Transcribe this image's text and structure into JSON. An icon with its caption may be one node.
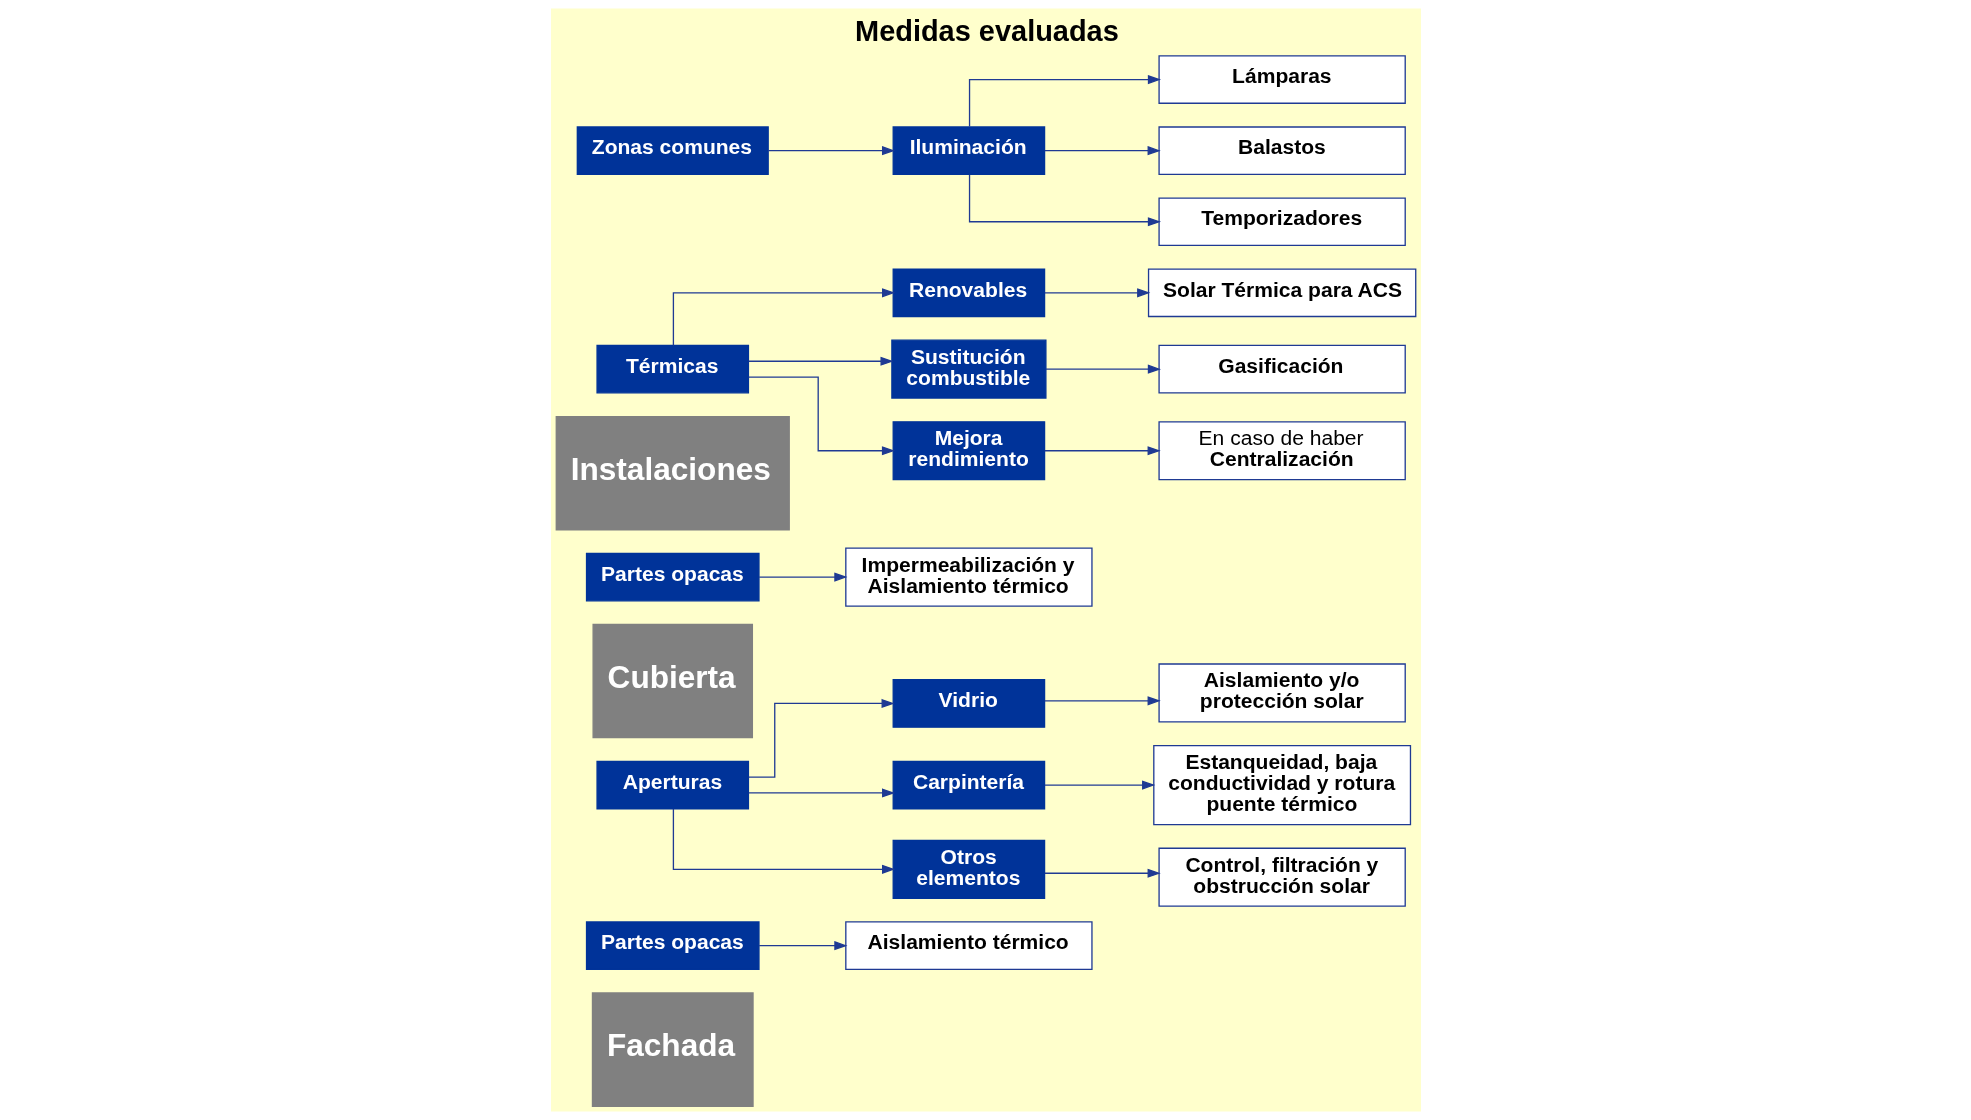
{
  "diagram": {
    "title": "Medidas evaluadas",
    "nodes": [
      {
        "text": [
          "Fachada"
        ]
      },
      {
        "text": [
          "Partes opacas"
        ]
      },
      {
        "text": [
          "Aislamiento térmico"
        ]
      },
      {
        "text": [
          "Aperturas"
        ]
      },
      {
        "text": [
          "Vidrio"
        ]
      },
      {
        "text": [
          "Aislamiento y/o protección solar"
        ]
      },
      {
        "text": [
          "Carpintería"
        ]
      },
      {
        "text": [
          "Estanqueidad, baja conductividad y rotura puente térmico"
        ]
      },
      {
        "text": [
          "Otros elementos"
        ]
      },
      {
        "text": [
          "Control, filtración y obstrucción solar"
        ]
      },
      {
        "text": [
          "Cubierta"
        ]
      },
      {
        "text": [
          "Partes opacas"
        ]
      },
      {
        "text": [
          "Impermeabilización y Aislamiento térmico"
        ]
      },
      {
        "text": [
          "Instalaciones"
        ]
      },
      {
        "text": [
          "Térmicas"
        ]
      },
      {
        "text": [
          "Renovables"
        ]
      },
      {
        "text": [
          "Solar Térmica para ACS"
        ]
      },
      {
        "text": [
          "Sustitución combustible"
        ]
      },
      {
        "text": [
          "Gasificación"
        ]
      },
      {
        "text": [
          "Mejora rendimiento"
        ]
      },
      {
        "text": [
          "En caso de haber",
          "Centralización"
        ]
      },
      {
        "text": [
          "Zonas comunes"
        ]
      },
      {
        "text": [
          "Iluminación"
        ]
      },
      {
        "text": [
          "Lámparas"
        ]
      },
      {
        "text": [
          "Balastos"
        ]
      },
      {
        "text": [
          "Temporizadores"
        ]
      }
    ],
    "edges": [
      {
        "from": 1,
        "to": 2,
        "arrow": "to"
      },
      {
        "from": 3,
        "to": 4,
        "arrow": "to"
      },
      {
        "from": 3,
        "to": 6,
        "arrow": "to"
      },
      {
        "from": 3,
        "to": 8,
        "arrow": "to"
      },
      {
        "from": 4,
        "to": 5,
        "arrow": "to"
      },
      {
        "from": 6,
        "to": 7,
        "arrow": "to"
      },
      {
        "from": 8,
        "to": 9,
        "arrow": "to"
      },
      {
        "from": 11,
        "to": 12,
        "arrow": "to"
      },
      {
        "from": 14,
        "to": 15,
        "arrow": "to"
      },
      {
        "from": 14,
        "to": 17,
        "arrow": "to"
      },
      {
        "from": 14,
        "to": 19,
        "arrow": "to"
      },
      {
        "from": 15,
        "to": 16,
        "arrow": "to"
      },
      {
        "from": 17,
        "to": 18,
        "arrow": "to"
      },
      {
        "from": 19,
        "to": 20,
        "arrow": "to"
      },
      {
        "from": 21,
        "to": 22,
        "arrow": "to"
      },
      {
        "from": 22,
        "to": 23,
        "arrow": "to"
      },
      {
        "from": 22,
        "to": 24,
        "arrow": "to"
      },
      {
        "from": 22,
        "to": 25,
        "arrow": "to"
      }
    ]
  }
}
